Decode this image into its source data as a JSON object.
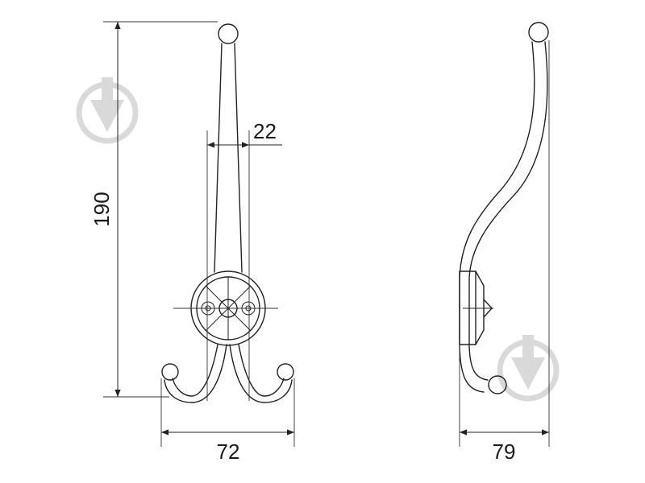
{
  "dimensions": {
    "height_label": "190",
    "top_width_label": "22",
    "base_width_label": "72",
    "depth_label": "79"
  },
  "colors": {
    "line": "#222222",
    "watermark": "#d9d9d9"
  },
  "icons": {
    "watermark": "down-arrow-circle-icon"
  }
}
